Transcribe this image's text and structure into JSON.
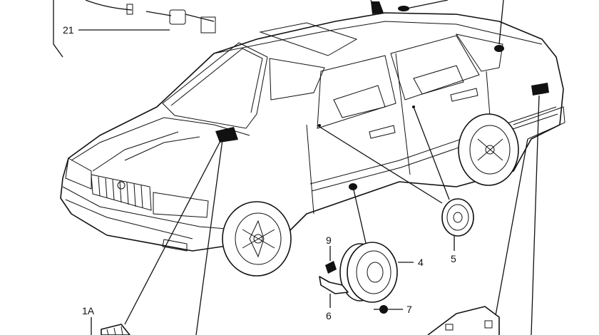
{
  "diagram": {
    "callouts": [
      "21",
      "9",
      "4",
      "5",
      "7",
      "6",
      "1A"
    ]
  },
  "colors": {
    "ink": "#111111",
    "paper": "#ffffff"
  }
}
